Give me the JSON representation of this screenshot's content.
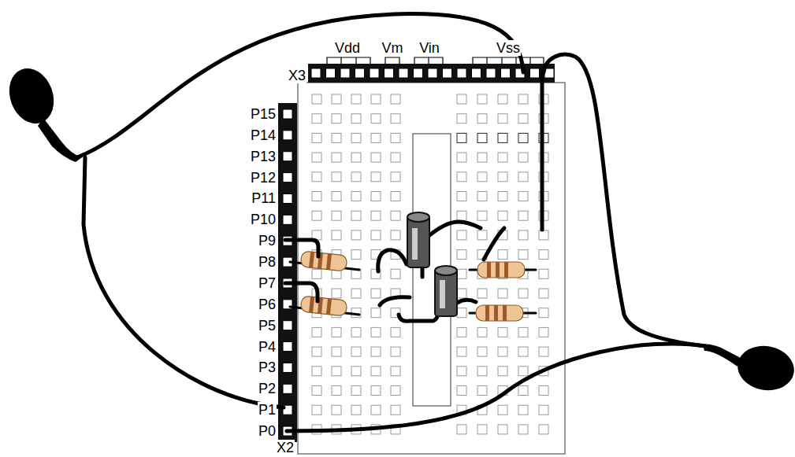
{
  "diagram": {
    "labels": [
      "Vdd",
      "Vm",
      "Vin",
      "Vss",
      "X3",
      "P15",
      "P14",
      "P13",
      "P12",
      "P11",
      "P10",
      "P9",
      "P8",
      "P7",
      "P6",
      "P5",
      "P4",
      "P3",
      "P2",
      "P1",
      "P0",
      "X2"
    ]
  }
}
